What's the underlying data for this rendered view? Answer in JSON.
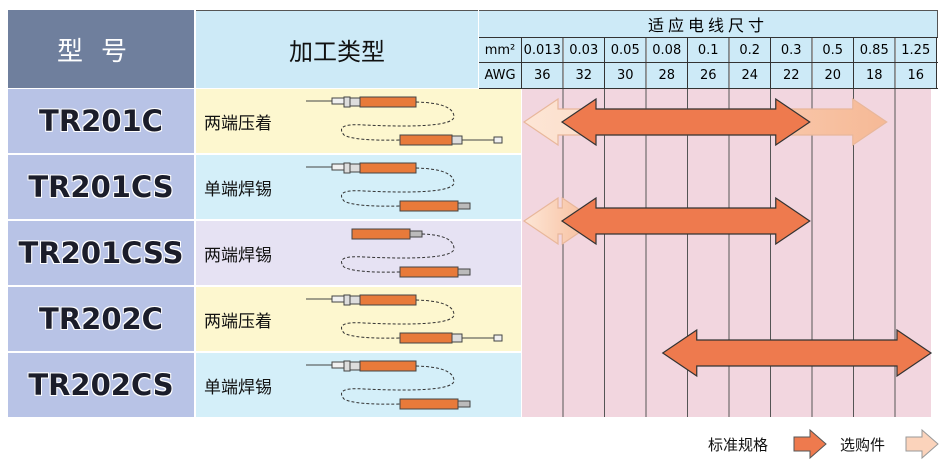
{
  "header": {
    "model": "型号",
    "process": "加工类型",
    "wire_size": "适应电线尺寸",
    "mm2_label": "mm²",
    "awg_label": "AWG"
  },
  "sizes": [
    {
      "mm2": "0.013",
      "awg": "36"
    },
    {
      "mm2": "0.03",
      "awg": "32"
    },
    {
      "mm2": "0.05",
      "awg": "30"
    },
    {
      "mm2": "0.08",
      "awg": "28"
    },
    {
      "mm2": "0.1",
      "awg": "26"
    },
    {
      "mm2": "0.2",
      "awg": "24"
    },
    {
      "mm2": "0.3",
      "awg": "22"
    },
    {
      "mm2": "0.5",
      "awg": "20"
    },
    {
      "mm2": "0.85",
      "awg": "18"
    },
    {
      "mm2": "1.25",
      "awg": "16"
    }
  ],
  "rows": [
    {
      "model": "TR201C",
      "process": "两端压着",
      "proc_color": "#fdf7cf",
      "standard_awg": [
        "32",
        "22"
      ],
      "optional_awg": [
        "36",
        "18"
      ]
    },
    {
      "model": "TR201CS",
      "process": "单端焊锡",
      "proc_color": "#d4eff9",
      "standard_awg": [
        "32",
        "22"
      ],
      "optional_awg": [
        "36",
        "32"
      ]
    },
    {
      "model": "TR201CSS",
      "process": "两端焊锡",
      "proc_color": "#e6e2f3",
      "standard_awg": [
        "32",
        "22"
      ],
      "optional_awg": [
        "36",
        "32"
      ]
    },
    {
      "model": "TR202C",
      "process": "两端压着",
      "proc_color": "#fdf7cf",
      "standard_awg": [
        "26",
        "16"
      ],
      "optional_awg": null
    },
    {
      "model": "TR202CS",
      "process": "单端焊锡",
      "proc_color": "#d4eff9",
      "standard_awg": [
        "26",
        "16"
      ],
      "optional_awg": null
    }
  ],
  "legend": {
    "standard": "标准规格",
    "optional": "选购件",
    "standard_color": "#ee7a4e",
    "optional_color": "#fbd3bb"
  },
  "colors": {
    "grid_bg": "#f2d6df",
    "header_bg": "#cdeaf7",
    "model_bg": "#b8c3e6"
  }
}
